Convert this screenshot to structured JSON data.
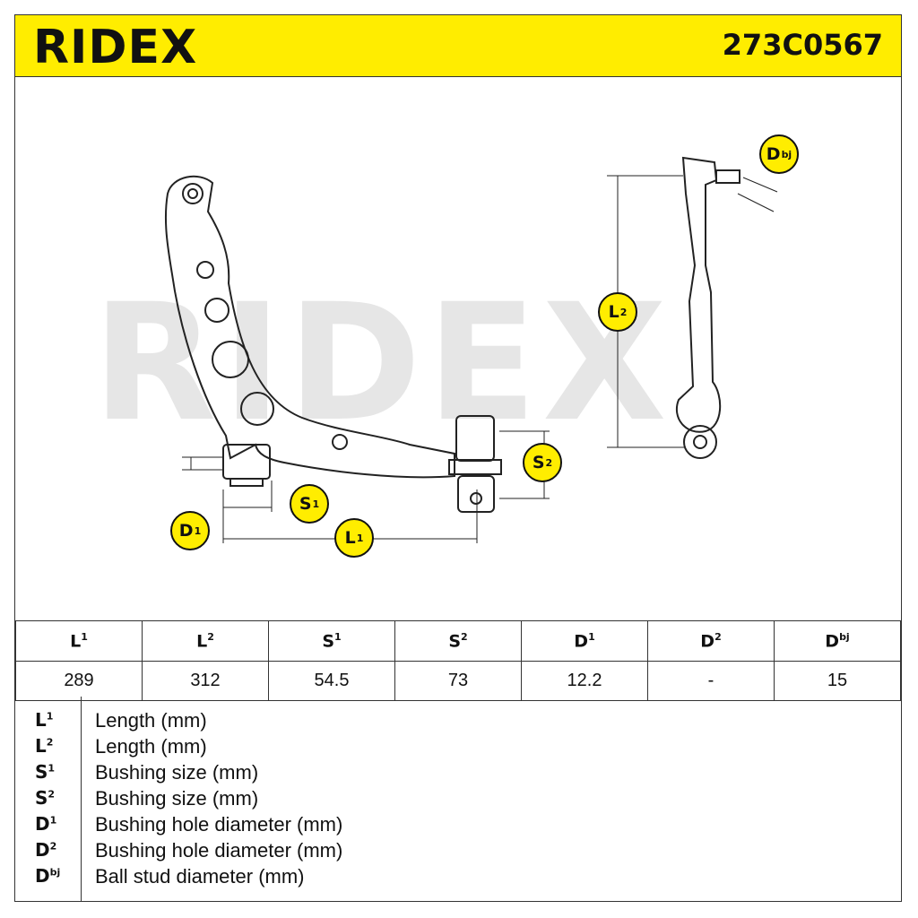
{
  "header": {
    "brand": "RIDEX",
    "part_number": "273C0567"
  },
  "drawing": {
    "watermark": "RIDEX",
    "labels": {
      "L1": {
        "base": "L",
        "sup": "1"
      },
      "L2": {
        "base": "L",
        "sup": "2"
      },
      "S1": {
        "base": "S",
        "sup": "1"
      },
      "S2": {
        "base": "S",
        "sup": "2"
      },
      "D1": {
        "base": "D",
        "sup": "1"
      },
      "Dbj": {
        "base": "D",
        "sup": "bj"
      }
    }
  },
  "spec_table": {
    "columns": [
      {
        "base": "L",
        "sup": "1"
      },
      {
        "base": "L",
        "sup": "2"
      },
      {
        "base": "S",
        "sup": "1"
      },
      {
        "base": "S",
        "sup": "2"
      },
      {
        "base": "D",
        "sup": "1"
      },
      {
        "base": "D",
        "sup": "2"
      },
      {
        "base": "D",
        "sup": "bj"
      }
    ],
    "values": [
      "289",
      "312",
      "54.5",
      "73",
      "12.2",
      "-",
      "15"
    ]
  },
  "legend": [
    {
      "base": "L",
      "sup": "1",
      "desc": "Length (mm)"
    },
    {
      "base": "L",
      "sup": "2",
      "desc": "Length (mm)"
    },
    {
      "base": "S",
      "sup": "1",
      "desc": "Bushing size (mm)"
    },
    {
      "base": "S",
      "sup": "2",
      "desc": "Bushing size (mm)"
    },
    {
      "base": "D",
      "sup": "1",
      "desc": "Bushing hole diameter (mm)"
    },
    {
      "base": "D",
      "sup": "2",
      "desc": "Bushing hole diameter (mm)"
    },
    {
      "base": "D",
      "sup": "bj",
      "desc": "Ball stud diameter (mm)"
    }
  ],
  "colors": {
    "accent": "#ffed00",
    "line": "#333333",
    "watermark": "#e6e6e6"
  }
}
